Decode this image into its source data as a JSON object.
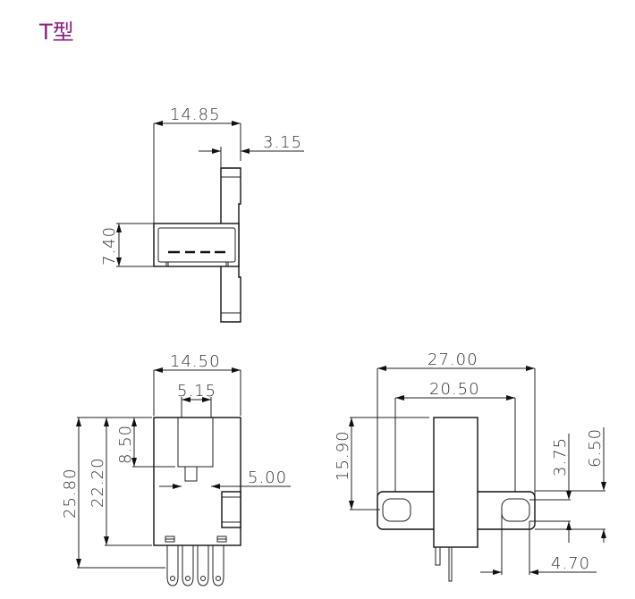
{
  "title": "T型",
  "colors": {
    "title": "#8b1a7e",
    "line": "#111111"
  },
  "views": {
    "top": {
      "dims": {
        "width": "14.85",
        "bracket": "3.15",
        "height": "7.40"
      }
    },
    "front": {
      "dims": {
        "width": "14.50",
        "slot": "5.15",
        "slot_inner": "5.00",
        "slot_depth": "8.50",
        "body_height": "22.20",
        "total_height": "25.80"
      }
    },
    "side": {
      "dims": {
        "total_width": "27.00",
        "hole_pitch": "20.50",
        "hole_height": "15.90",
        "hole_dia": "3.75",
        "flange": "6.50",
        "hole_len": "4.70"
      }
    }
  }
}
